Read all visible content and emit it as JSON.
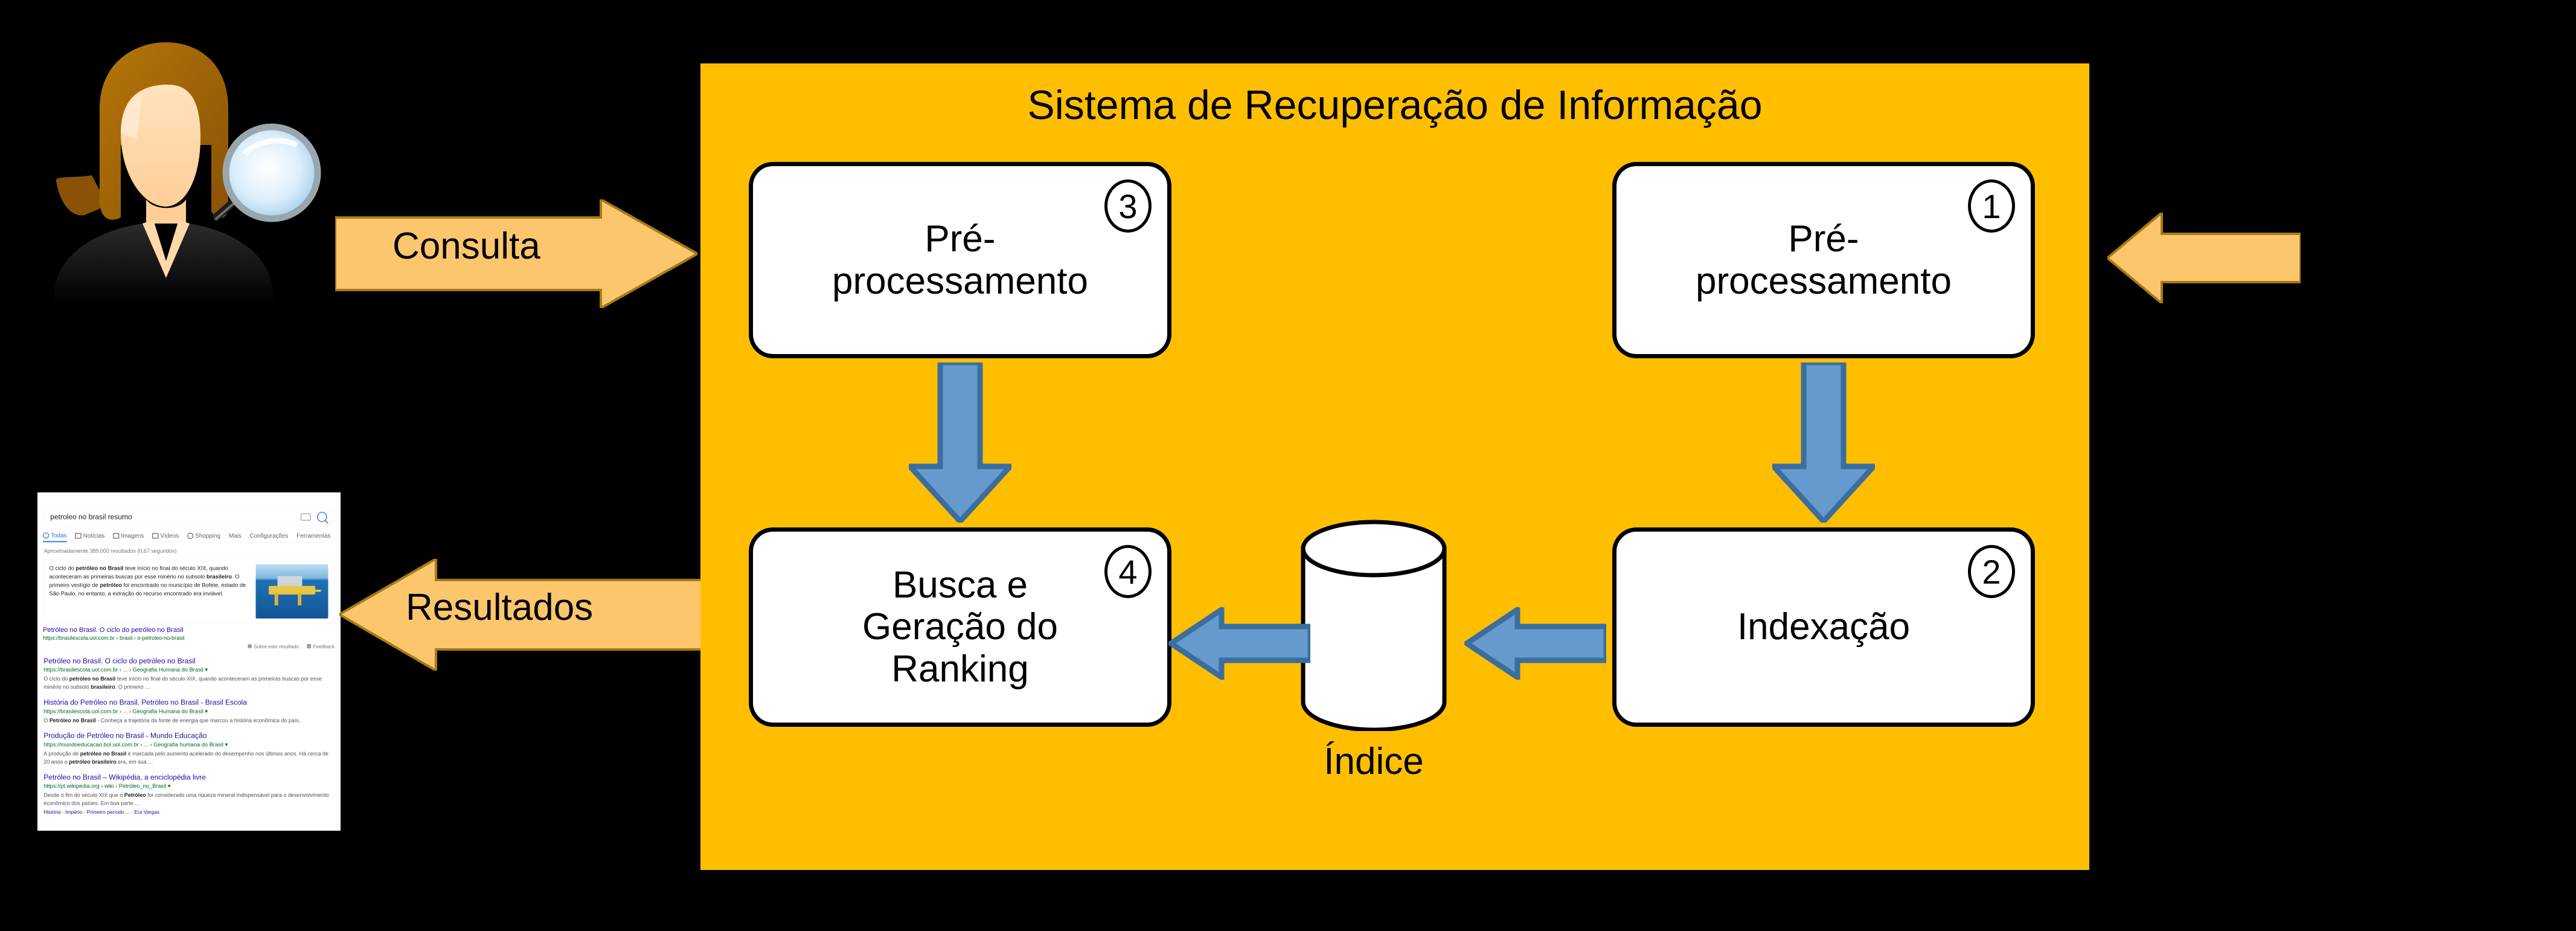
{
  "panel": {
    "title": "Sistema de Recuperação de Informação",
    "color": "#FFBF00"
  },
  "boxes": [
    {
      "id": "pre-query",
      "label": "Pré-\nprocessamento",
      "number": "3"
    },
    {
      "id": "pre-doc",
      "label": "Pré-\nprocessamento",
      "number": "1"
    },
    {
      "id": "rank",
      "label": "Busca e\nGeração do\nRanking",
      "number": "4"
    },
    {
      "id": "index",
      "label": "Indexação",
      "number": "2"
    }
  ],
  "store": {
    "label": "Índice"
  },
  "flow_arrows": {
    "consulta": "Consulta",
    "resultados": "Resultados",
    "color": "#FCC66D",
    "border": "#A67A16"
  },
  "blue_arrow": {
    "fill": "#6699CC",
    "border": "#3B6E9E"
  },
  "serp": {
    "query": "petroleo no brasil resumo",
    "tabs": [
      "Todas",
      "Notícias",
      "Imagens",
      "Vídeos",
      "Shopping",
      "Mais",
      "Configurações",
      "Ferramentas"
    ],
    "result_count": "Aproximadamente 389.000 resultados (0,67 segundos)",
    "featured": {
      "snippet_html": "O ciclo do <b>petróleo no Brasil</b> teve início no final do século XIX, quando aconteceram as primeiras buscas por esse minério no subsolo <b>brasileiro</b>. O primeiro vestígio de <b>petróleo</b> foi encontrado no município de Bofete, estado de São Paulo, no entanto, a extração do recurso encontrado era inviável.",
      "title": "Petróleo no Brasil. O ciclo do petróleo no Brasil",
      "url": "https://brasilescola.uol.com.br › brasil › o-petroleo-no-brasil",
      "about": "Sobre este resultado",
      "feedback": "Feedback"
    },
    "results": [
      {
        "title": "Petróleo no Brasil. O ciclo do petróleo no Brasil",
        "url": "https://brasilescola.uol.com.br › ... › Geografia Humana do Brasil ▾",
        "snippet_html": "O ciclo do <b>petróleo no Brasil</b> teve início no final do século XIX, quando aconteceram as primeiras buscas por esse minério no subsolo <b>brasileiro</b>. O primeiro ..."
      },
      {
        "title": "História do Petróleo no Brasil. Petróleo no Brasil - Brasil Escola",
        "url": "https://brasilescola.uol.com.br › ... › Geografia Humana do Brasil ▾",
        "snippet_html": "O <b>Petróleo no Brasil</b> - Conheça a trajetória da fonte de energia que marcou a história econômica do país."
      },
      {
        "title": "Produção de Petróleo no Brasil - Mundo Educação",
        "url": "https://mundoeducacao.bol.uol.com.br › ... › Geografia humana do Brasil ▾",
        "snippet_html": "A produção de <b>petróleo no Brasil</b> é marcada pelo aumento acelerado do desempenho nos últimos anos. Há cerca de 20 anos o <b>petróleo brasileiro</b> era, em sua ..."
      },
      {
        "title": "Petróleo no Brasil – Wikipédia, a enciclopédia livre",
        "url": "https://pt.wikipedia.org › wiki › Petróleo_no_Brasil ▾",
        "snippet_html": "Desde o fim do século XIX que o <b>Petróleo</b> foi considerado uma riqueza mineral indispensável para o desenvolvimento econômico dos países. Em boa parte ...",
        "links": "História · Império · Primeiro período ... · Era Vargas"
      }
    ]
  }
}
